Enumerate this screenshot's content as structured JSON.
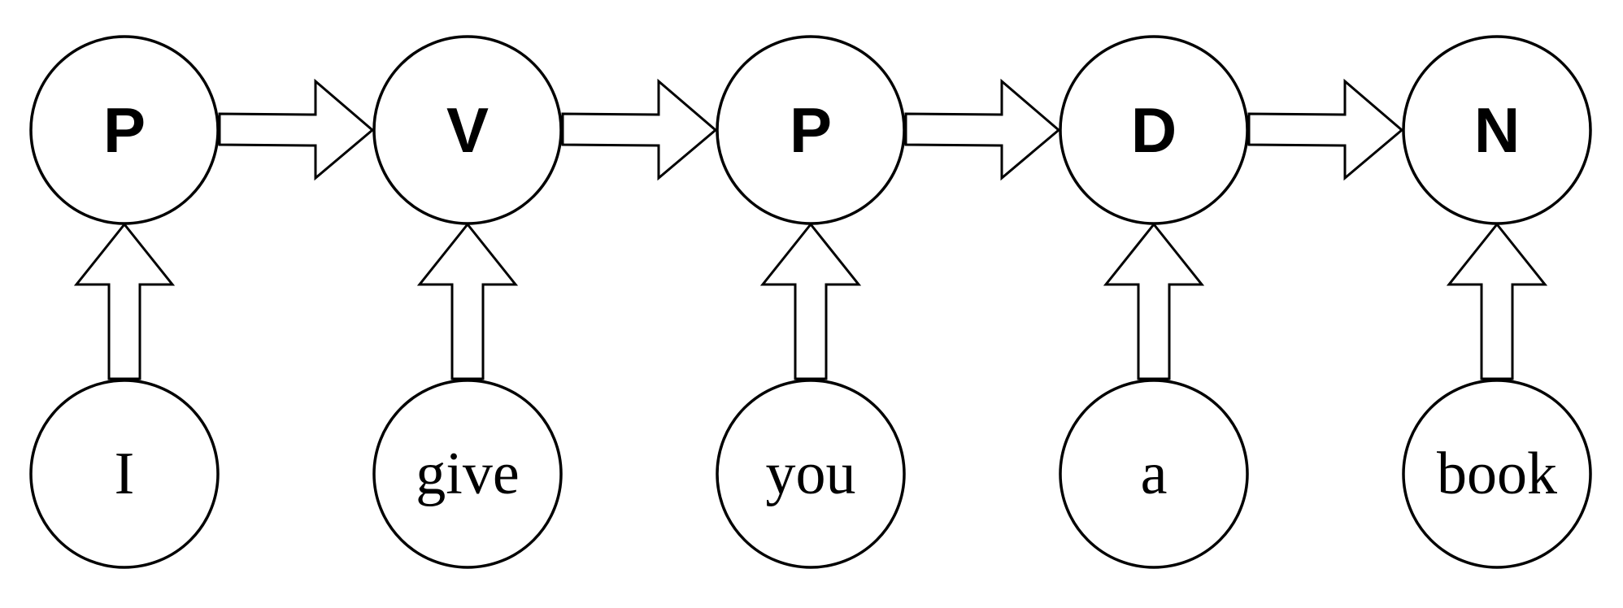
{
  "tags": [
    "P",
    "V",
    "P",
    "D",
    "N"
  ],
  "words": [
    "I",
    "give",
    "you",
    "a",
    "book"
  ]
}
